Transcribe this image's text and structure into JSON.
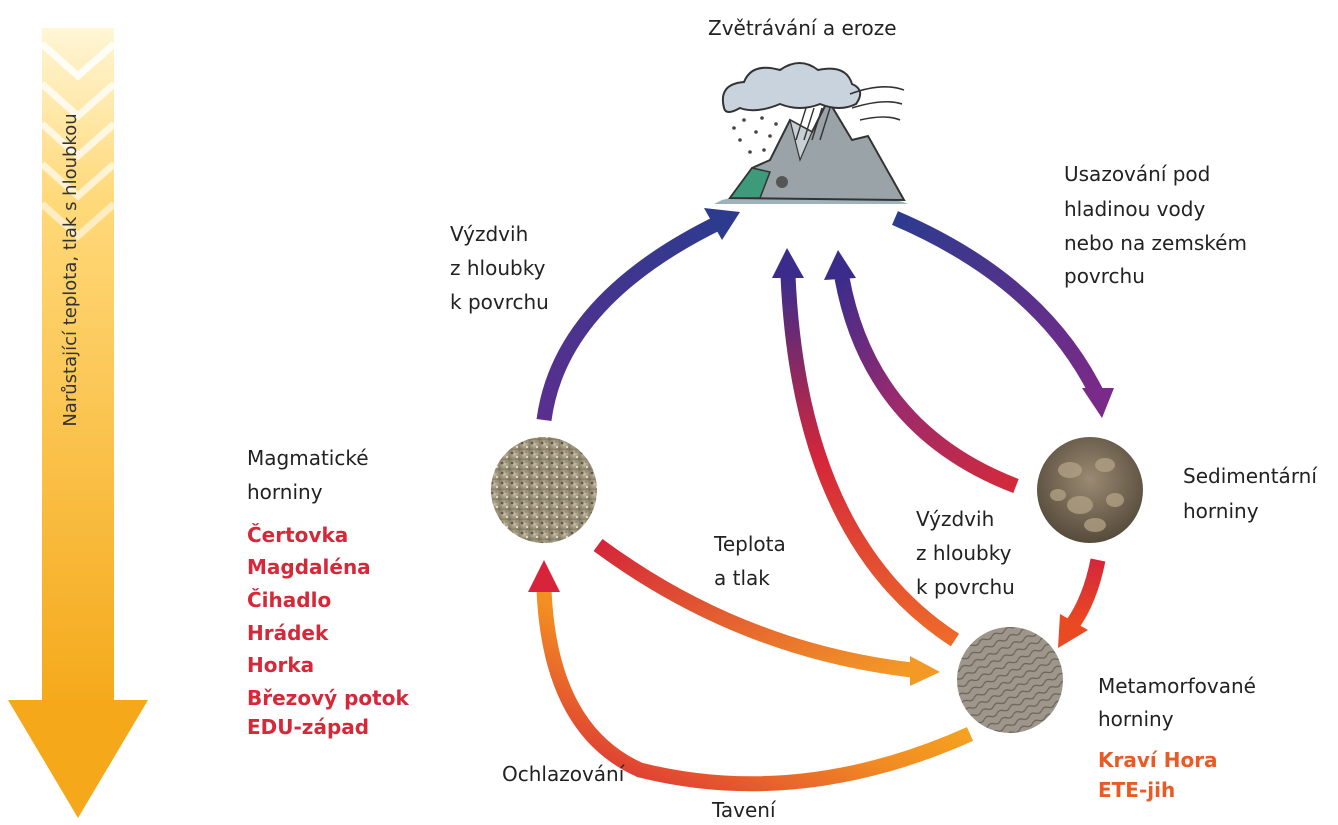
{
  "depth_arrow": {
    "label": "Narůstající teplota, tlak s hloubkou"
  },
  "processes": {
    "weathering": "Zvětrávání a eroze",
    "deposition": [
      "Usazování pod",
      "hladinou vody",
      "nebo na zemském",
      "povrchu"
    ],
    "uplift_left": [
      "Výzdvih",
      "z hloubky",
      "k povrchu"
    ],
    "uplift_center": [
      "Výzdvih",
      "z hloubky",
      "k povrchu"
    ],
    "heat_pressure": [
      "Teplota",
      "a tlak"
    ],
    "cooling": "Ochlazování",
    "melting": "Tavení"
  },
  "rocks": {
    "igneous": {
      "name": [
        "Magmatické",
        "horniny"
      ],
      "sites": [
        "Čertovka",
        "Magdaléna",
        "Čihadlo",
        "Hrádek",
        "Horka",
        "Březový potok",
        "EDU-západ"
      ]
    },
    "sedimentary": {
      "name": [
        "Sedimentární",
        "horniny"
      ]
    },
    "metamorphic": {
      "name": [
        "Metamorfované",
        "horniny"
      ],
      "sites": [
        "Kraví Hora",
        "ETE-jih"
      ]
    }
  },
  "colors": {
    "site_red": "#d62839",
    "site_orange": "#ea5a24",
    "arrow_cool": "#2f3a8f",
    "arrow_hot": "#f7c21a"
  }
}
